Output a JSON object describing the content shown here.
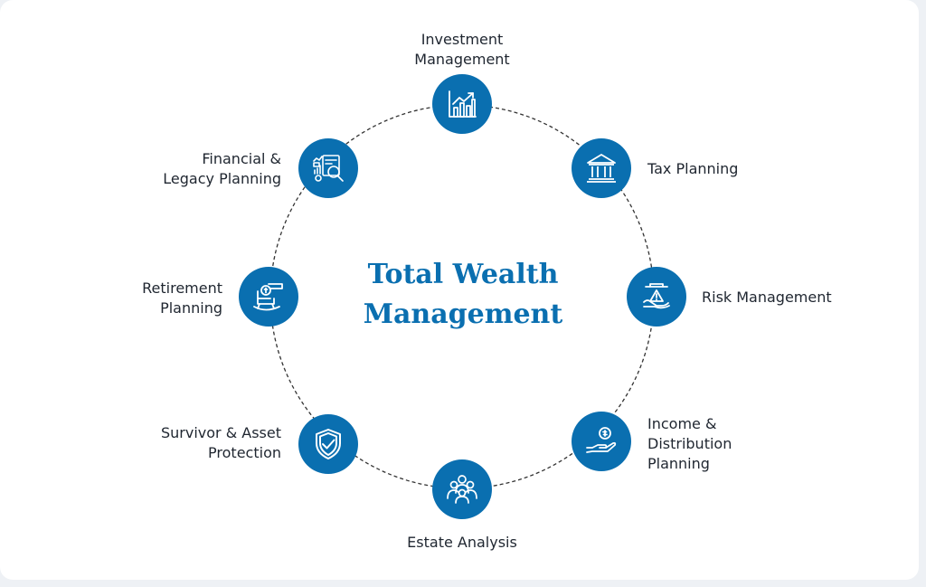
{
  "title": {
    "line1": "Total Wealth",
    "line2": "Management"
  },
  "colors": {
    "accent": "#0a6fb0",
    "text": "#1f2630",
    "ring": "#333333"
  },
  "nodes": [
    {
      "icon": "growth-chart-icon",
      "lines": [
        "Investment",
        "Management"
      ]
    },
    {
      "icon": "bank-building-icon",
      "lines": [
        "Tax Planning"
      ]
    },
    {
      "icon": "hand-shield-risk-icon",
      "lines": [
        "Risk Management"
      ]
    },
    {
      "icon": "hand-coin-icon",
      "lines": [
        "Income &",
        "Distribution",
        "Planning"
      ]
    },
    {
      "icon": "people-group-icon",
      "lines": [
        "Estate Analysis"
      ]
    },
    {
      "icon": "shield-check-icon",
      "lines": [
        "Survivor & Asset",
        "Protection"
      ]
    },
    {
      "icon": "rocking-chair-coin-icon",
      "lines": [
        "Retirement",
        "Planning"
      ]
    },
    {
      "icon": "report-magnifier-icon",
      "lines": [
        "Financial &",
        "Legacy Planning"
      ]
    }
  ]
}
